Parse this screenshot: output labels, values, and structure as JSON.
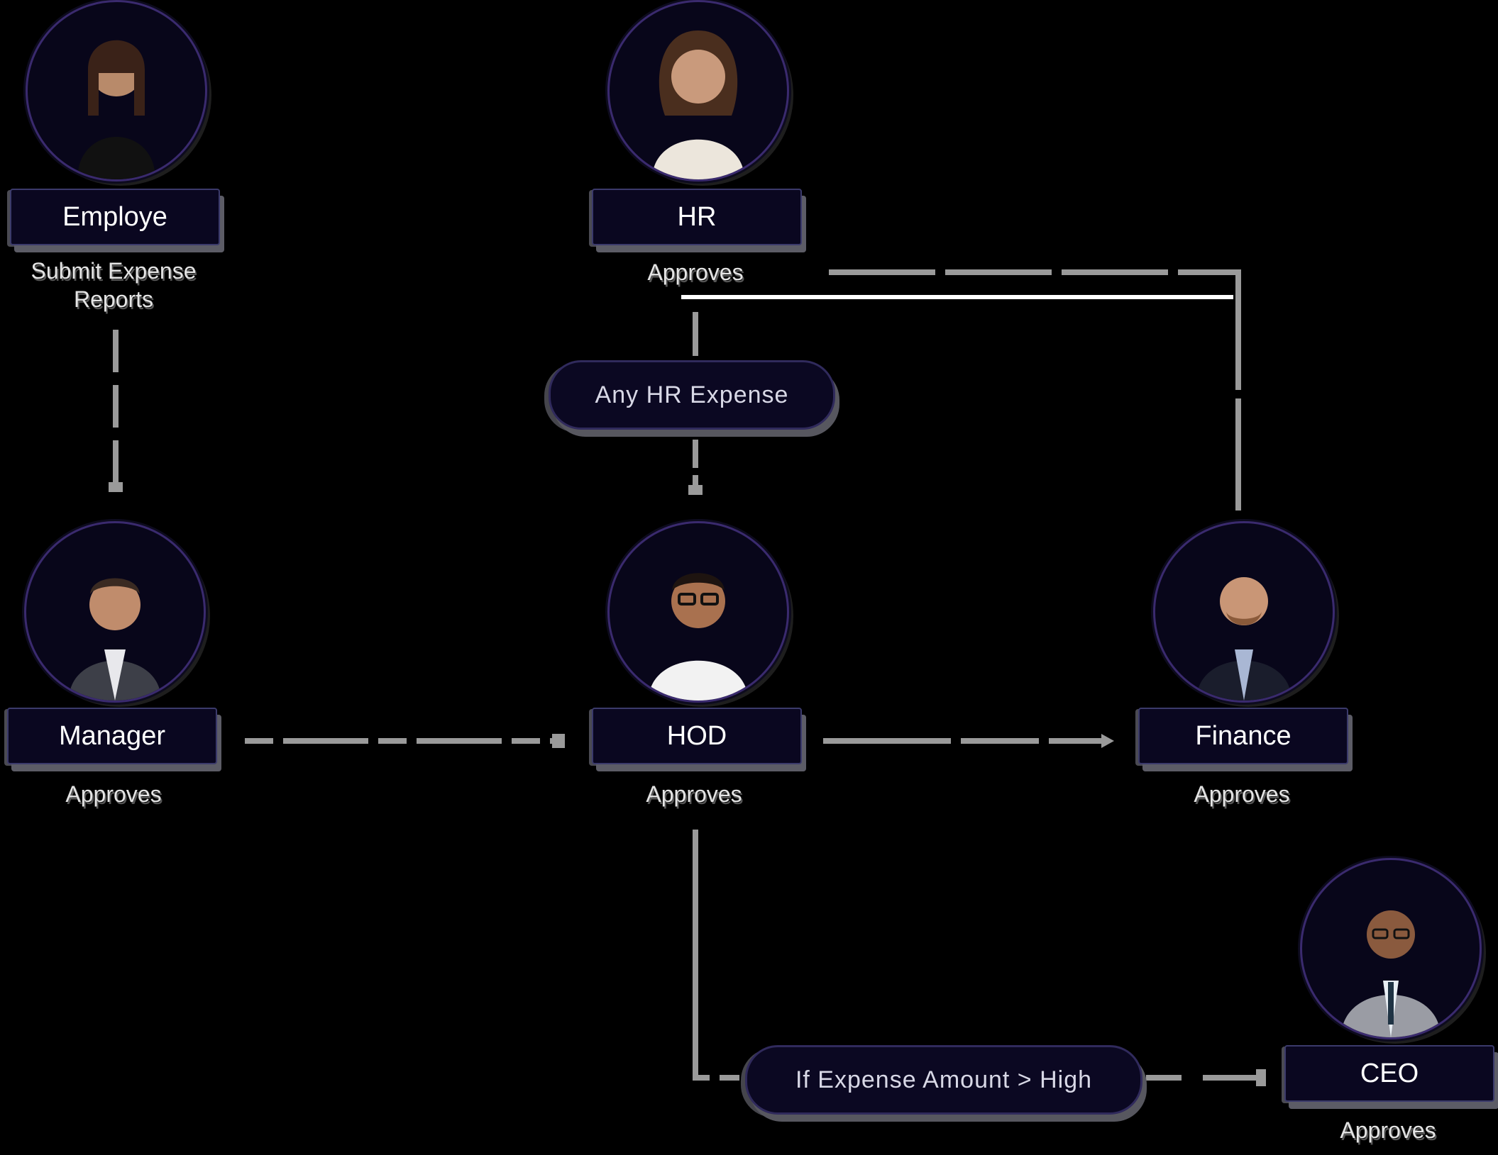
{
  "nodes": {
    "employee": {
      "role": "Employe",
      "caption": "Submit Expense Reports"
    },
    "hr": {
      "role": "HR",
      "caption": "Approves"
    },
    "manager": {
      "role": "Manager",
      "caption": "Approves"
    },
    "hod": {
      "role": "HOD",
      "caption": "Approves"
    },
    "finance": {
      "role": "Finance",
      "caption": "Approves"
    },
    "ceo": {
      "role": "CEO",
      "caption": "Approves"
    }
  },
  "conditions": {
    "hr_expense": "Any HR Expense",
    "high_amount": "If Expense Amount > High"
  },
  "colors": {
    "background": "#000000",
    "node_fill": "#0a0720",
    "node_border": "#3b3a6b",
    "avatar_ring": "#3a2a6e",
    "connector": "#9a9a9a",
    "text": "#ffffff"
  }
}
